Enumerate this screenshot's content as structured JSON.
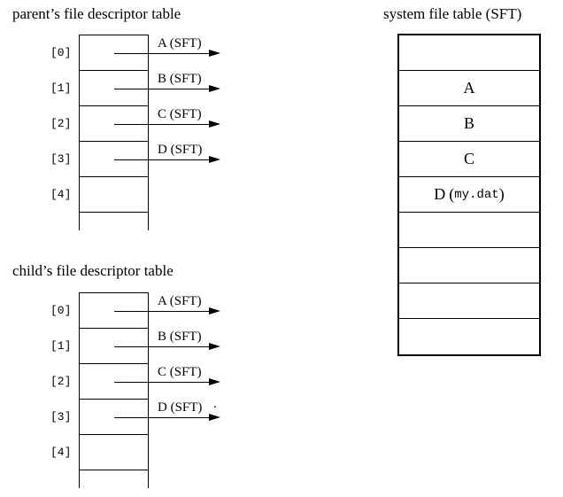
{
  "colors": {
    "ink": "#000000",
    "background": "#ffffff"
  },
  "parent_table": {
    "title": "parent’s file descriptor table",
    "rows": [
      {
        "index": "[0]",
        "arrow_label": "A (SFT)"
      },
      {
        "index": "[1]",
        "arrow_label": "B (SFT)"
      },
      {
        "index": "[2]",
        "arrow_label": "C (SFT)"
      },
      {
        "index": "[3]",
        "arrow_label": "D (SFT)"
      },
      {
        "index": "[4]",
        "arrow_label": ""
      }
    ]
  },
  "child_table": {
    "title": "child’s file descriptor table",
    "stray_dot": ".",
    "rows": [
      {
        "index": "[0]",
        "arrow_label": "A (SFT)"
      },
      {
        "index": "[1]",
        "arrow_label": "B (SFT)"
      },
      {
        "index": "[2]",
        "arrow_label": "C (SFT)"
      },
      {
        "index": "[3]",
        "arrow_label": "D (SFT)"
      },
      {
        "index": "[4]",
        "arrow_label": ""
      }
    ]
  },
  "sft_table": {
    "title": "system file table (SFT)",
    "paren_open": "(",
    "paren_close": ")",
    "rows": [
      {
        "label": "",
        "file": ""
      },
      {
        "label": "A",
        "file": ""
      },
      {
        "label": "B",
        "file": ""
      },
      {
        "label": "C",
        "file": ""
      },
      {
        "label": "D",
        "file": "my.dat"
      },
      {
        "label": "",
        "file": ""
      },
      {
        "label": "",
        "file": ""
      },
      {
        "label": "",
        "file": ""
      },
      {
        "label": "",
        "file": ""
      }
    ]
  }
}
